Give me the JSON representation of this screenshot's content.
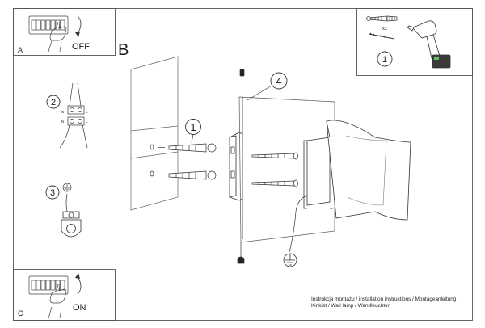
{
  "panels": {
    "a": {
      "letter": "A",
      "switch_label": "OFF"
    },
    "c": {
      "letter": "C",
      "switch_label": "ON"
    },
    "tools": {
      "multiplier": "x2",
      "step": "1"
    }
  },
  "main": {
    "letter": "B",
    "callout_wall_plugs": "1",
    "callout_bracket": "4"
  },
  "steps": {
    "wiring": "2",
    "wiring_terminals": {
      "top_left": "N",
      "top_right": "L",
      "bottom_left": "N",
      "bottom_right": "L"
    },
    "earth": "3"
  },
  "footer": {
    "line1": "Instrukcja montażu / installation instructions / Montageanleitung",
    "line2": "Kinkiet / Wall lamp / Wandleuchter"
  }
}
